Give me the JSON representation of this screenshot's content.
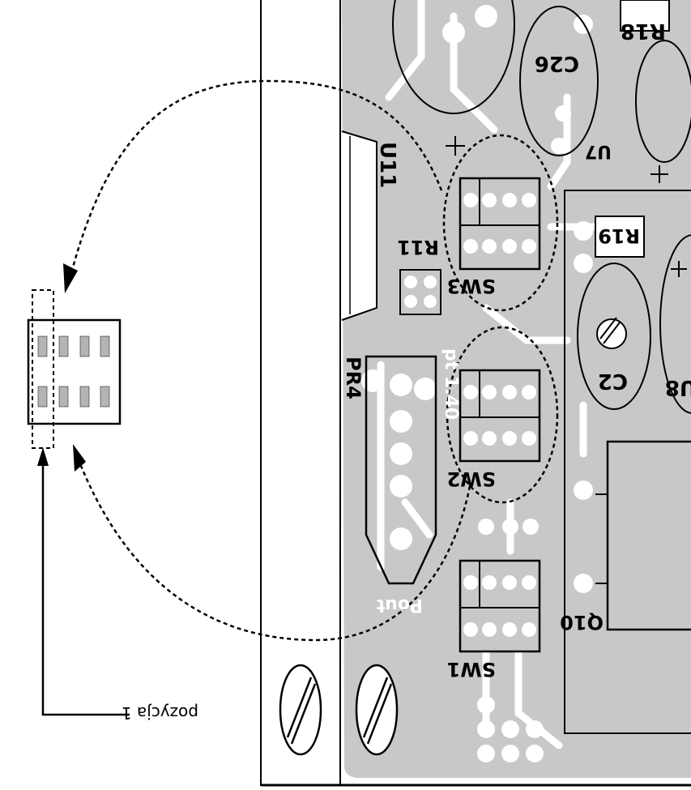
{
  "colors": {
    "board": "#c8c8c8",
    "pad": "#ffffff",
    "ink": "#000000",
    "pin": "#b4b4b4"
  },
  "labels": {
    "pozycja": "pozycja 1",
    "r18": "R18",
    "c26": "C26",
    "u7": "U7",
    "u11": "U11",
    "r11": "R11",
    "sw3": "SW3",
    "r19": "R19",
    "c2": "C2",
    "u8": "U8",
    "pr4": "PR4",
    "sw2": "SW2",
    "sw1": "SW1",
    "q10": "Q10",
    "pout": "Pout",
    "silk": "pt 1.40"
  }
}
